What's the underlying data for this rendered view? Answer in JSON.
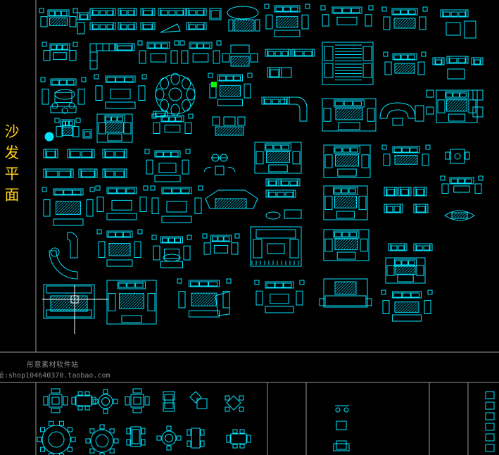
{
  "side_label": {
    "chars": [
      "沙",
      "发",
      "平",
      "面"
    ]
  },
  "watermark": {
    "name": "彤意素材软件站",
    "url": "址:shop104640370.taobao.com"
  },
  "colors": {
    "background": "#000000",
    "entity": "#00e5ff",
    "frame": "#9a9a9a",
    "label": "#ffd21a",
    "watermark": "#8a8a8a",
    "accent_green": "#00ff00",
    "crosshair": "#ffffff"
  }
}
